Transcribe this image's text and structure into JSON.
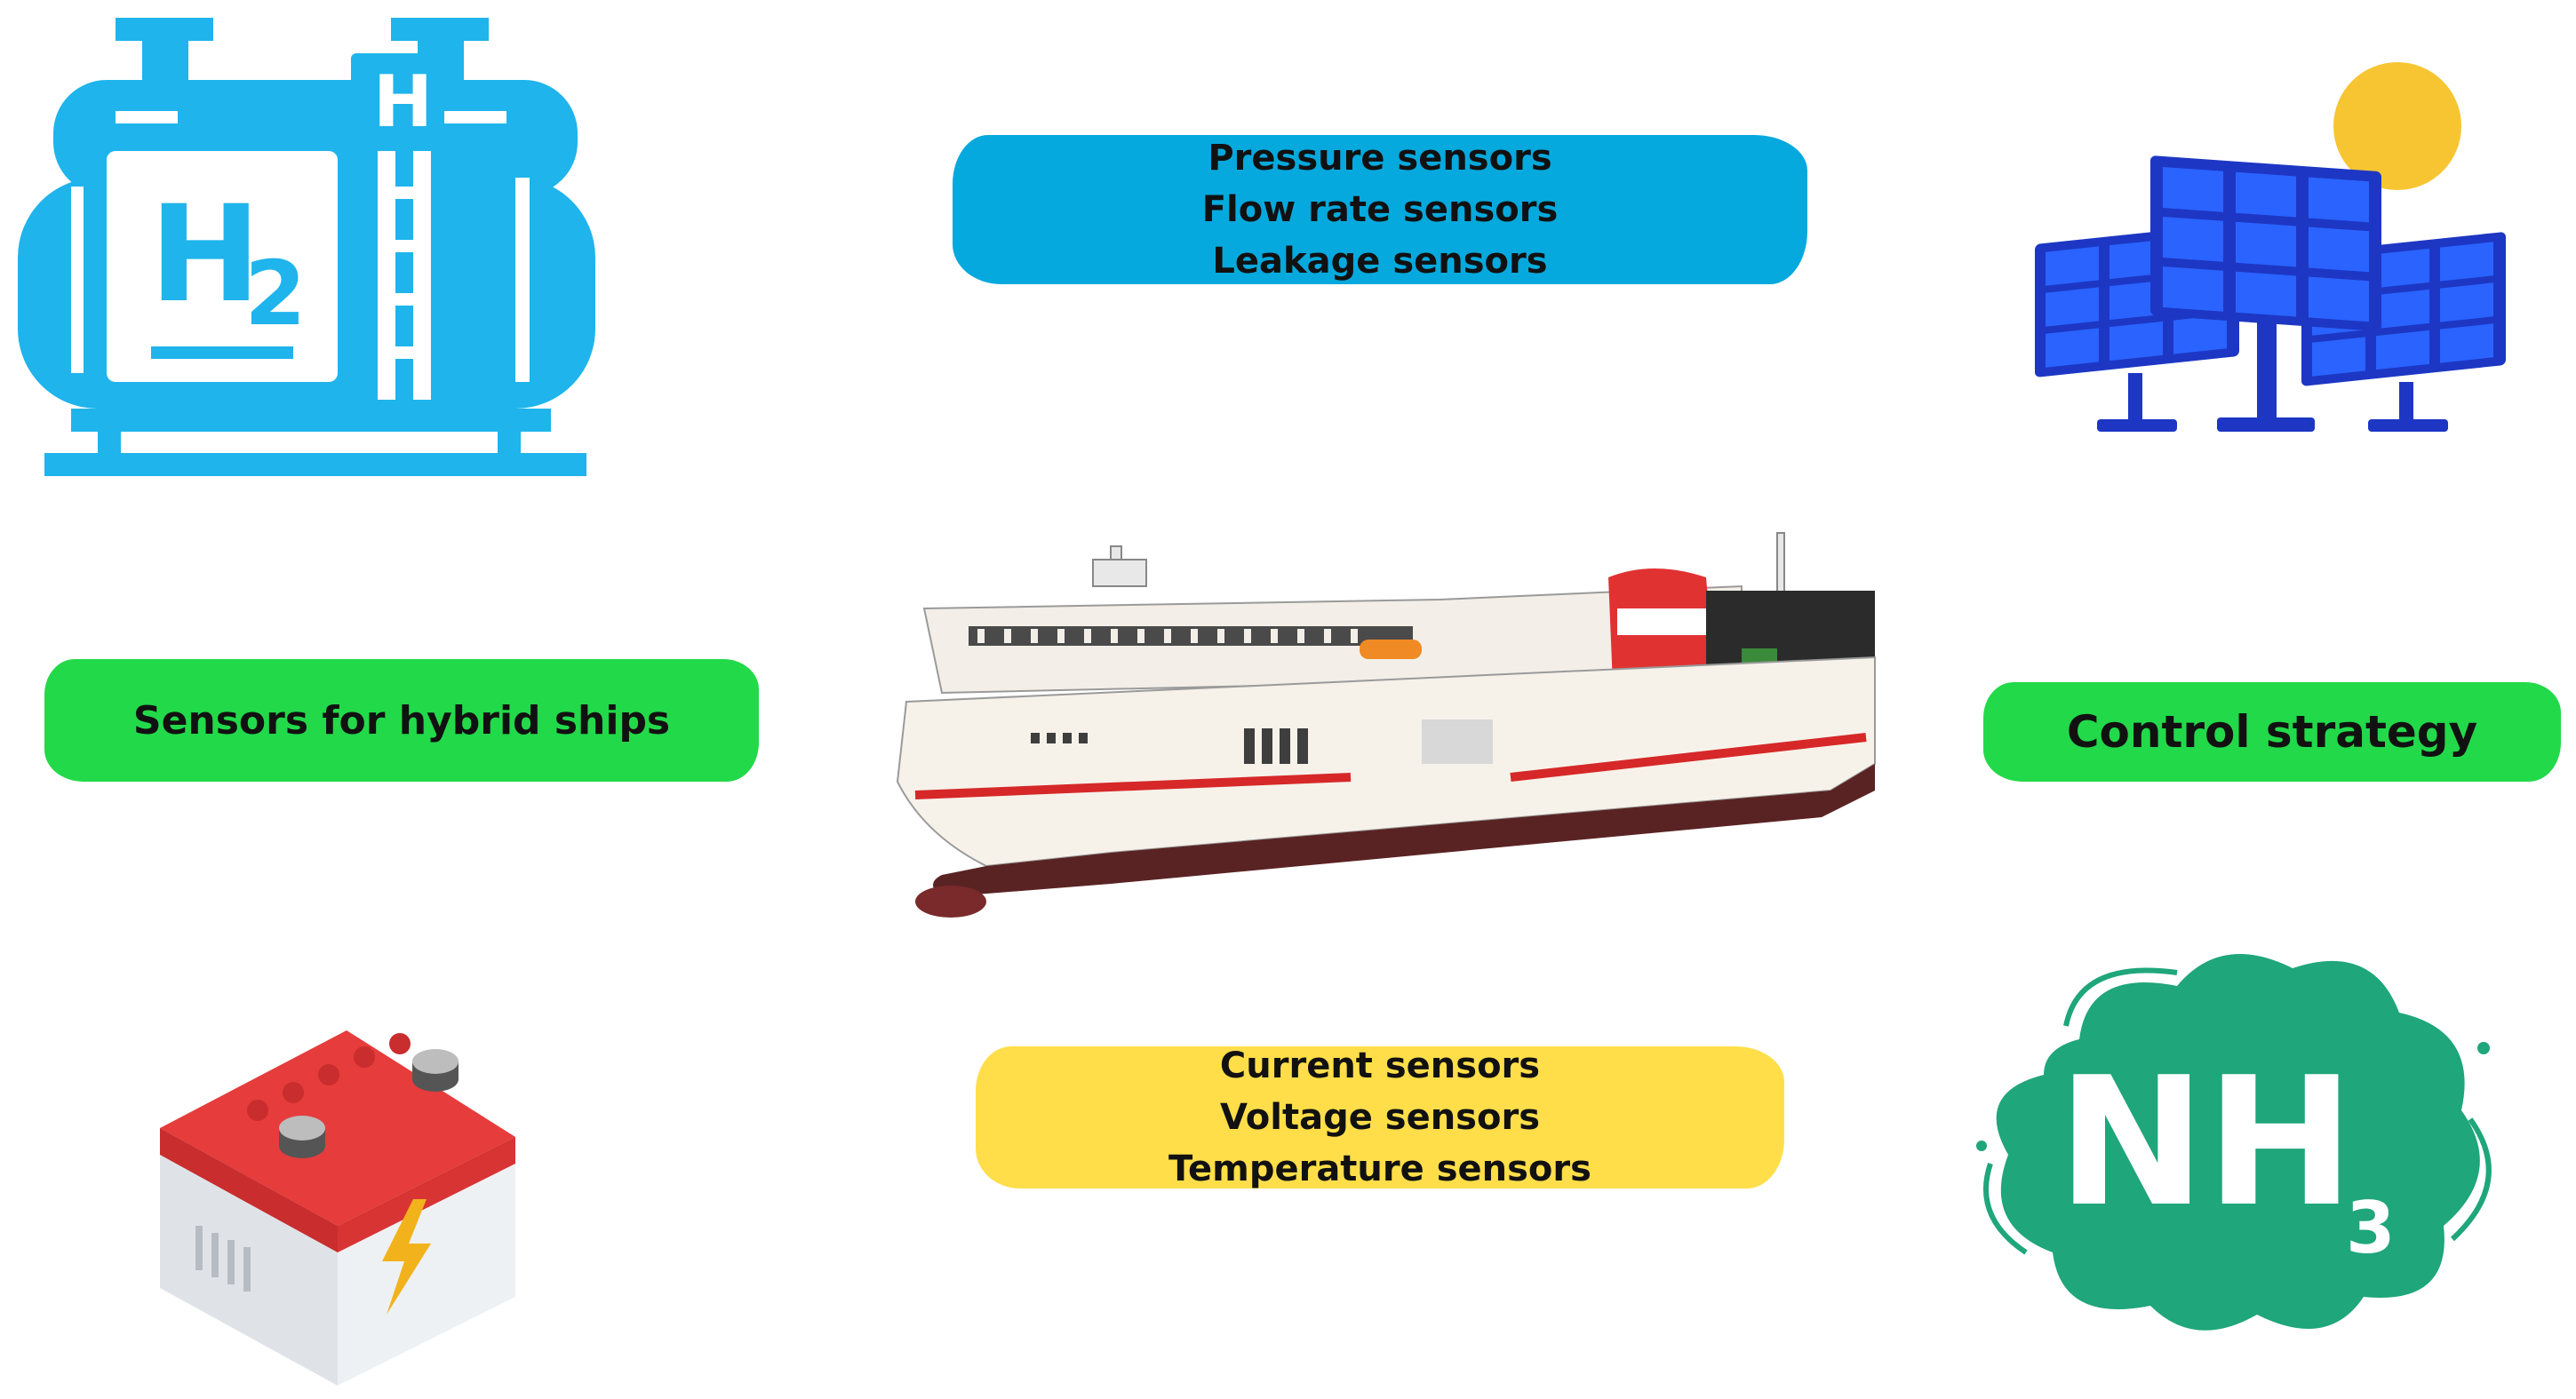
{
  "center_image": {
    "icon": "ferry-ship-icon"
  },
  "boxes": {
    "hydrogen_sensors": {
      "color": "#06a9dd",
      "lines": [
        "Pressure sensors",
        "Flow rate sensors",
        "Leakage sensors"
      ]
    },
    "battery_sensors": {
      "color": "#ffde4a",
      "lines": [
        "Current sensors",
        "Voltage sensors",
        "Temperature sensors"
      ]
    },
    "main_label": {
      "color": "#22d94a",
      "text": "Sensors for hybrid ships"
    },
    "control": {
      "color": "#22d94a",
      "text": "Control strategy"
    }
  },
  "icons": {
    "top_left": "hydrogen-tank-icon",
    "top_right": "solar-panels-icon",
    "bottom_left": "car-battery-icon",
    "bottom_right": "ammonia-cloud-icon"
  },
  "icon_text": {
    "hydrogen_tag": "H",
    "hydrogen_symbol": "H",
    "hydrogen_subscript": "2",
    "ammonia_symbol": "NH",
    "ammonia_subscript": "3"
  },
  "colors": {
    "hydrogen": "#1fb4ec",
    "solar_panel": "#2a4fe4",
    "solar_frame": "#1d37c4",
    "sun": "#f7c531",
    "battery_top": "#e63c3c",
    "battery_body": "#e9ecef",
    "lightning": "#f2b21b",
    "ammonia": "#1fa67a"
  }
}
